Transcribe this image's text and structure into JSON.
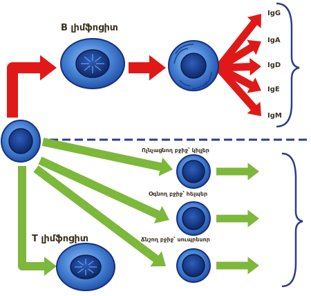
{
  "b_lymphocyte_label": "B լիմֆոցիտ",
  "t_lymphocyte_label": "T լիմֆոցիտ",
  "immunoglobulins": [
    "IgG",
    "IgA",
    "IgD",
    "IgE",
    "IgM"
  ],
  "t_cell_types": [
    "Ոչնչացնող բջիջ՝ կիլլեր",
    "Օգնող բջիջ՝ հելպեր",
    "Ճնշող բջիջ՝ սուպրեսոր"
  ],
  "colors": {
    "b_arrow": "#e01818",
    "t_arrow": "#7cb83a",
    "bracket": "#2c3c8c",
    "divider": "#2c3c8c",
    "cell_light": "#4a86d8",
    "cell_dark": "#16307a"
  }
}
